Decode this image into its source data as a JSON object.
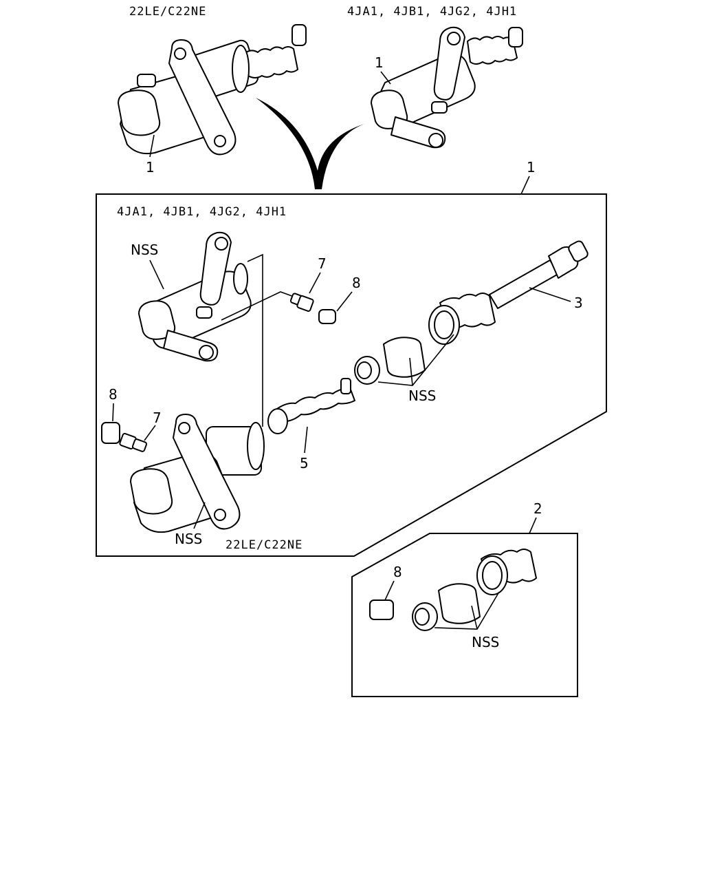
{
  "top": {
    "left_engine": "22LE/C22NE",
    "right_engine": "4JA1, 4JB1, 4JG2, 4JH1",
    "left_callout": "1",
    "right_callout": "1"
  },
  "kit_1": {
    "callout": "1",
    "engine_upper": "4JA1, 4JB1, 4JG2, 4JH1",
    "engine_lower": "22LE/C22NE",
    "nss_upper": "NSS",
    "nss_lower": "NSS",
    "nss_seals": "NSS",
    "part_3": "3",
    "part_5": "5",
    "part_7_upper": "7",
    "part_8_upper": "8",
    "part_7_lower": "7",
    "part_8_lower": "8"
  },
  "kit_2": {
    "callout": "2",
    "part_8": "8",
    "nss": "NSS"
  }
}
